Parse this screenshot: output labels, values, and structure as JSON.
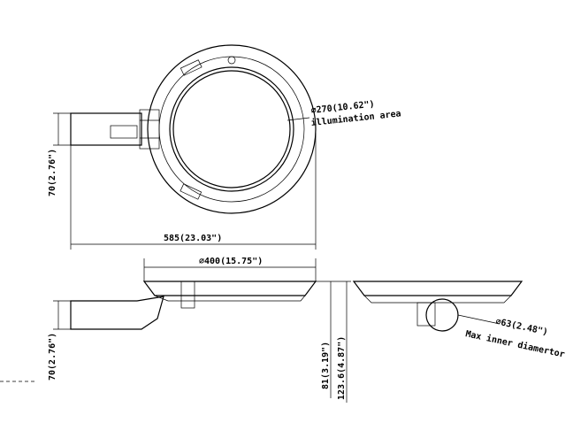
{
  "top_view": {
    "illum_dim": "⌀270(10.62\")",
    "illum_label": "illumination area",
    "width_dim": "585(23.03\")",
    "arm_height_dim": "70(2.76\")"
  },
  "side_view": {
    "diameter_dim": "⌀400(15.75\")",
    "arm_height_dim": "70(2.76\")",
    "body_height_dim": "81(3.19\")",
    "total_height_dim": "123.6(4.87\")"
  },
  "end_view": {
    "pole_dim": "⌀63(2.48\")",
    "pole_label": "Max inner diamertor"
  }
}
